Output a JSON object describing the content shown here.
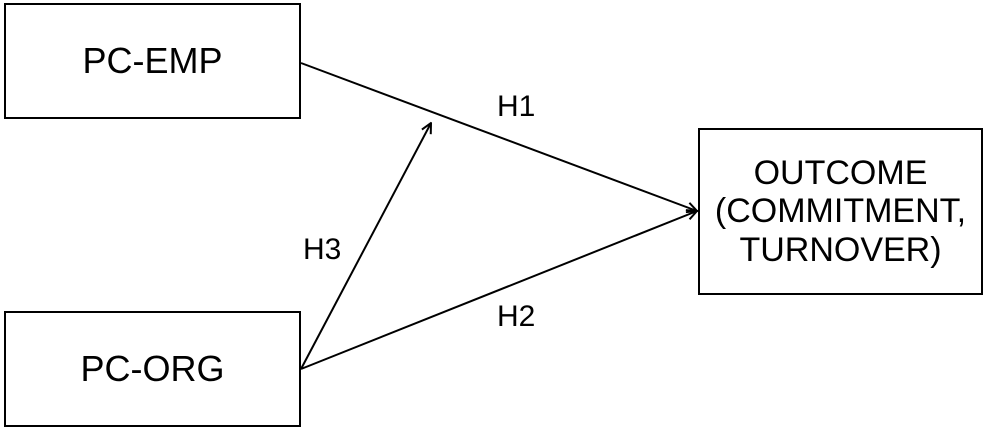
{
  "nodes": {
    "pc_emp": {
      "label": "PC-EMP"
    },
    "pc_org": {
      "label": "PC-ORG"
    },
    "outcome": {
      "lines": [
        "OUTCOME",
        "(COMMITMENT,",
        "TURNOVER)"
      ]
    }
  },
  "hypotheses": {
    "h1": "H1",
    "h2": "H2",
    "h3": "H3"
  },
  "colors": {
    "stroke": "#000000",
    "background": "#ffffff"
  }
}
